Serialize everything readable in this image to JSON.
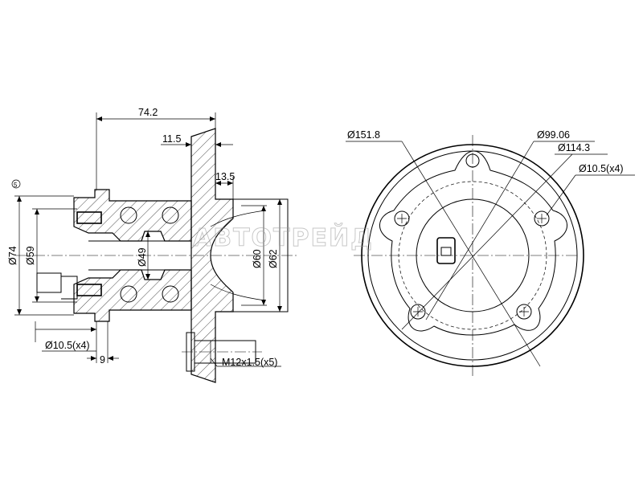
{
  "side_view": {
    "dims": {
      "overall_length": "74.2",
      "flange_thickness": "11.5",
      "pilot_length": "13.5",
      "od_74": "Ø74",
      "od_59": "Ø59",
      "bore_49": "Ø49",
      "pilot_60": "Ø60",
      "pilot_62": "Ø62",
      "bolt_holes": "Ø10.5(x4)",
      "offset_9": "9",
      "stud_thread": "M12x1.5(x5)",
      "ref_mark": "5"
    }
  },
  "front_view": {
    "dims": {
      "flange_dia": "Ø151.8",
      "center_bore": "Ø99.06",
      "pcd": "Ø114.3",
      "holes": "Ø10.5(x4)"
    }
  },
  "watermark": "АВТОТРЕЙД",
  "colors": {
    "line": "#000000",
    "watermark": "#9a9a9a",
    "background": "#ffffff"
  }
}
